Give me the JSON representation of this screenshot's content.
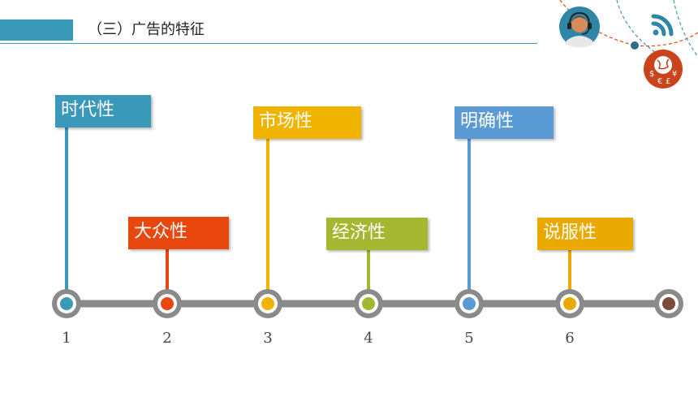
{
  "header": {
    "title": "（三）广告的特征",
    "accent_color": "#3a98b9"
  },
  "icons": [
    "customer-service-icon",
    "wifi-signal-icon",
    "currency-globe-icon"
  ],
  "timeline": {
    "line_color": "#8a8a8a",
    "nodes": [
      {
        "number": "1",
        "label": "时代性",
        "color": "#3a98b9"
      },
      {
        "number": "2",
        "label": "大众性",
        "color": "#e8470e"
      },
      {
        "number": "3",
        "label": "市场性",
        "color": "#f0b400"
      },
      {
        "number": "4",
        "label": "经济性",
        "color": "#a3b730"
      },
      {
        "number": "5",
        "label": "明确性",
        "color": "#5b9bd5"
      },
      {
        "number": "6",
        "label": "说服性",
        "color": "#eaa900"
      },
      {
        "number": "",
        "label": "",
        "color": "#7a4a3a"
      }
    ]
  }
}
